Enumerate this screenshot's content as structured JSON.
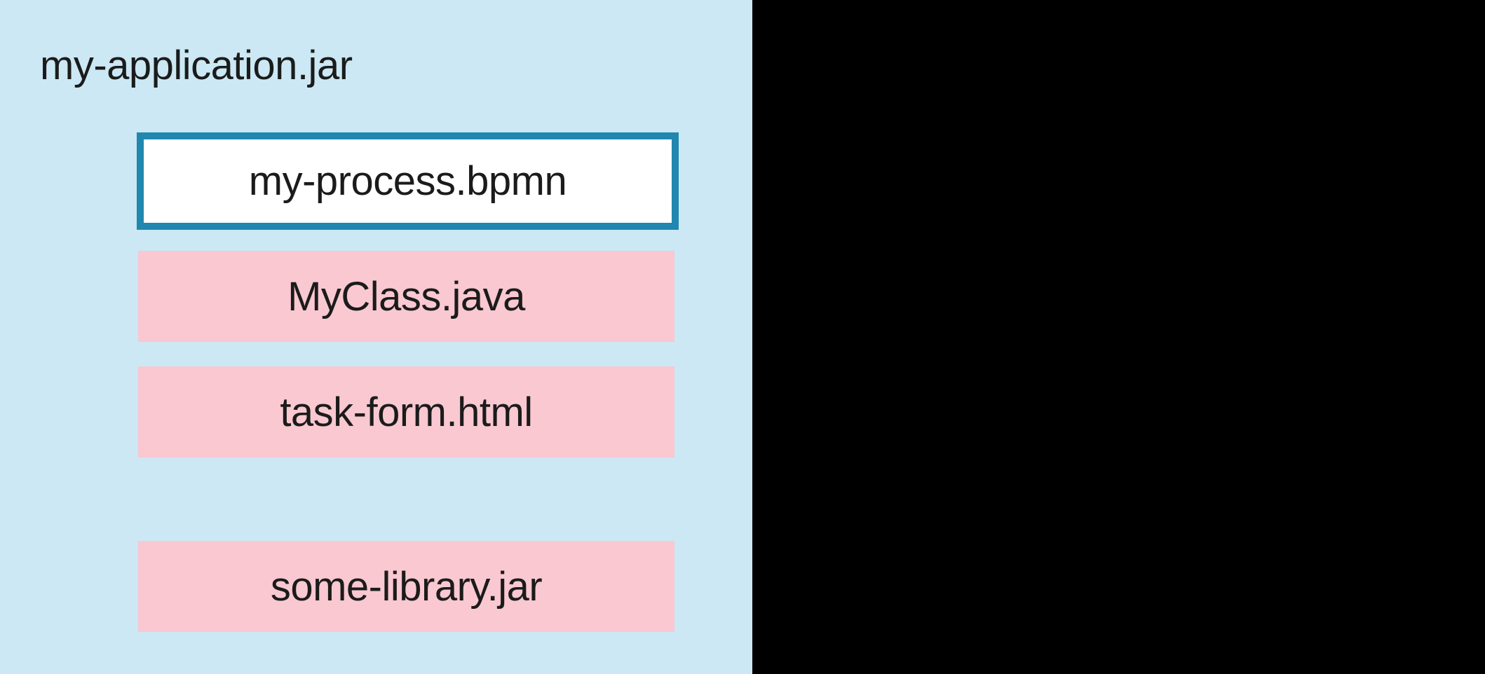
{
  "title": "my-application.jar",
  "files": {
    "bpmn": {
      "label": "my-process.bpmn"
    },
    "java": {
      "label": "MyClass.java"
    },
    "form": {
      "label": "task-form.html"
    },
    "lib": {
      "label": "some-library.jar"
    }
  },
  "colors": {
    "panel_background": "#cbe8f4",
    "outside_background": "#000000",
    "highlight_border": "#2187ae",
    "highlight_fill": "#ffffff",
    "resource_fill": "#f9c8d1",
    "text_color": "#1b1b1b"
  }
}
